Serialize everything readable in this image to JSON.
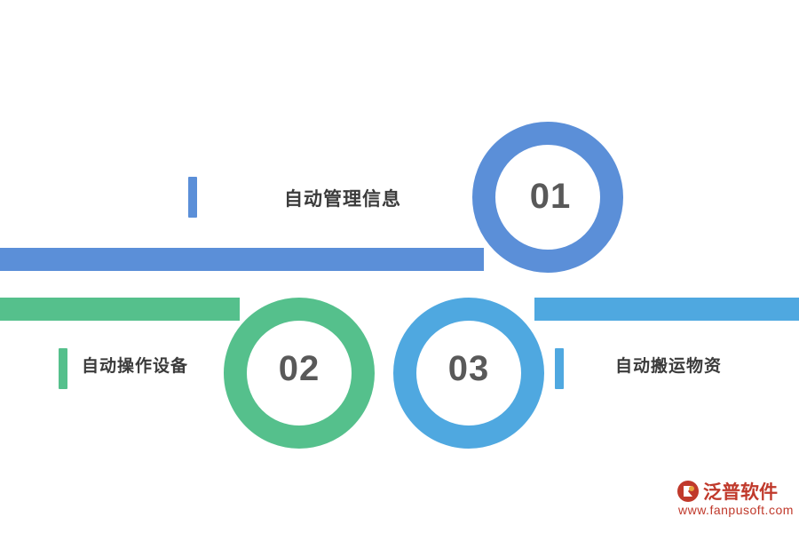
{
  "diagram": {
    "type": "process-flow",
    "steps": [
      {
        "number": "01",
        "label": "自动管理信息",
        "color": "#5b8fd8",
        "tick_icon": "vertical-bar-icon"
      },
      {
        "number": "02",
        "label": "自动操作设备",
        "color": "#55c08c",
        "tick_icon": "vertical-bar-icon"
      },
      {
        "number": "03",
        "label": "自动搬运物资",
        "color": "#4fa8e0",
        "tick_icon": "vertical-bar-icon"
      }
    ]
  },
  "watermark": {
    "icon": "fanpu-logo-icon",
    "title": "泛普软件",
    "url": "www.fanpusoft.com",
    "color": "#c0392b"
  }
}
